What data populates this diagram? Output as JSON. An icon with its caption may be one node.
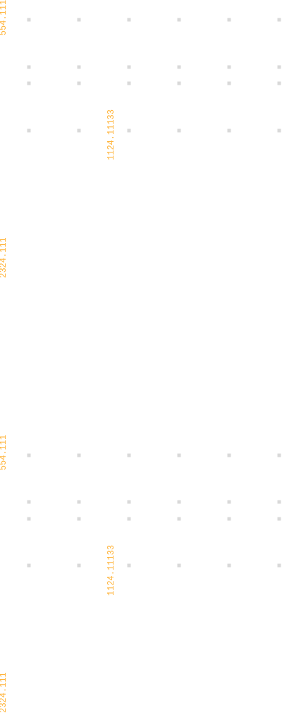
{
  "diagram": {
    "labels": [
      "554.111",
      "1124.11133",
      "2324.111",
      "554.111",
      "1124.11133",
      "2324.111"
    ]
  }
}
